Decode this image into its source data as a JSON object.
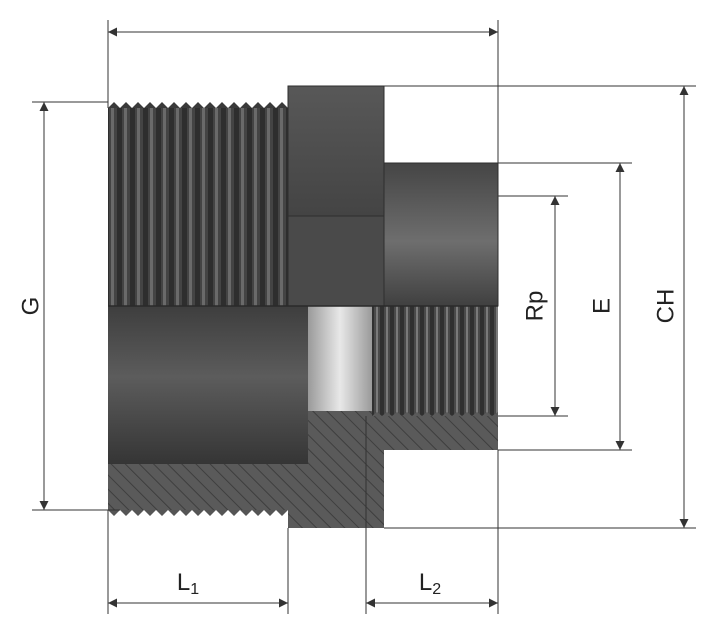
{
  "labels": {
    "g": "G",
    "rp": "Rp",
    "e": "E",
    "ch": "CH",
    "l1": "L",
    "l1_sub": "1",
    "l2": "L",
    "l2_sub": "2"
  },
  "colors": {
    "body_dark": "#3c3c3c",
    "body_mid": "#555555",
    "section_fill": "#5a5a5a",
    "dimension_line": "#333333",
    "background": "#ffffff"
  }
}
